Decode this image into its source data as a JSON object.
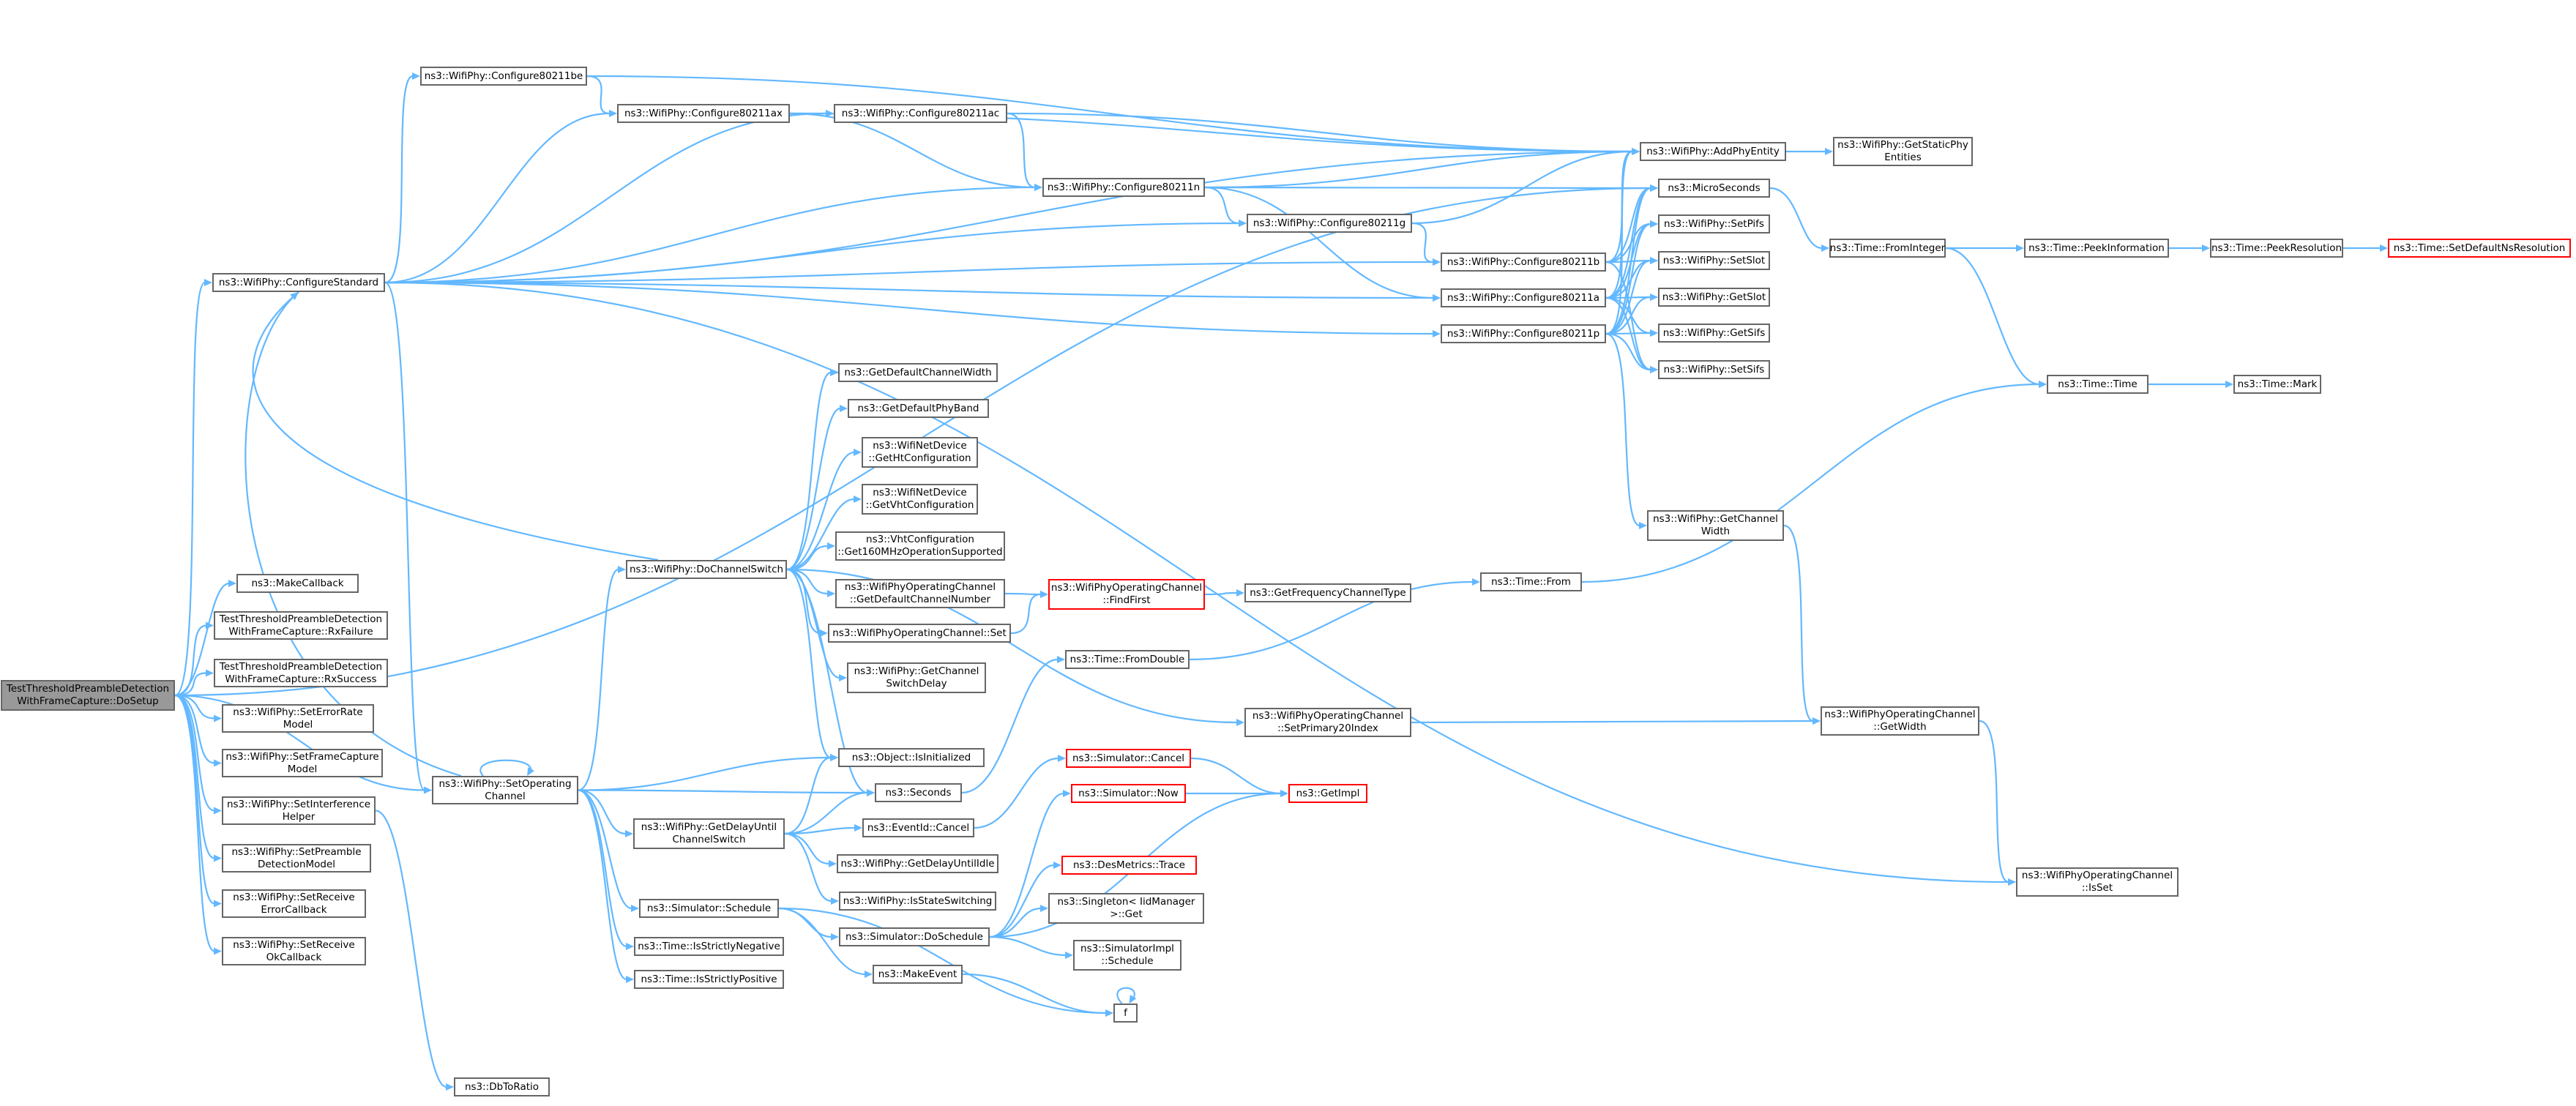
{
  "colors": {
    "edge": "#63b8ff",
    "node_border": "#666666",
    "root_fill": "#999999",
    "highlight_border": "#ff0000",
    "background": "#ffffff"
  },
  "nodes": {
    "DoSetup": {
      "label": "TestThresholdPreambleDetection\nWithFrameCapture::DoSetup",
      "root": true
    },
    "ConfigureStandard": {
      "label": "ns3::WifiPhy::ConfigureStandard"
    },
    "MakeCallback": {
      "label": "ns3::MakeCallback"
    },
    "RxFailure": {
      "label": "TestThresholdPreambleDetection\nWithFrameCapture::RxFailure"
    },
    "RxSuccess": {
      "label": "TestThresholdPreambleDetection\nWithFrameCapture::RxSuccess"
    },
    "SetErrorRateModel": {
      "label": "ns3::WifiPhy::SetErrorRate\nModel"
    },
    "SetFrameCaptureModel": {
      "label": "ns3::WifiPhy::SetFrameCapture\nModel"
    },
    "SetInterferenceHelper": {
      "label": "ns3::WifiPhy::SetInterference\nHelper"
    },
    "SetPreambleDetectionModel": {
      "label": "ns3::WifiPhy::SetPreamble\nDetectionModel"
    },
    "SetReceiveErrorCallback": {
      "label": "ns3::WifiPhy::SetReceive\nErrorCallback"
    },
    "SetReceiveOkCallback": {
      "label": "ns3::WifiPhy::SetReceive\nOkCallback"
    },
    "SetOperatingChannel": {
      "label": "ns3::WifiPhy::SetOperating\nChannel"
    },
    "DbToRatio": {
      "label": "ns3::DbToRatio"
    },
    "Configure80211be": {
      "label": "ns3::WifiPhy::Configure80211be"
    },
    "Configure80211ax": {
      "label": "ns3::WifiPhy::Configure80211ax"
    },
    "Configure80211ac": {
      "label": "ns3::WifiPhy::Configure80211ac"
    },
    "Configure80211n": {
      "label": "ns3::WifiPhy::Configure80211n"
    },
    "Configure80211g": {
      "label": "ns3::WifiPhy::Configure80211g"
    },
    "Configure80211b": {
      "label": "ns3::WifiPhy::Configure80211b"
    },
    "Configure80211a": {
      "label": "ns3::WifiPhy::Configure80211a"
    },
    "Configure80211p": {
      "label": "ns3::WifiPhy::Configure80211p"
    },
    "AddPhyEntity": {
      "label": "ns3::WifiPhy::AddPhyEntity"
    },
    "GetStaticPhyEntities": {
      "label": "ns3::WifiPhy::GetStaticPhy\nEntities"
    },
    "MicroSeconds": {
      "label": "ns3::MicroSeconds"
    },
    "SetPifs": {
      "label": "ns3::WifiPhy::SetPifs"
    },
    "SetSlot": {
      "label": "ns3::WifiPhy::SetSlot"
    },
    "GetSlot": {
      "label": "ns3::WifiPhy::GetSlot"
    },
    "GetSifs": {
      "label": "ns3::WifiPhy::GetSifs"
    },
    "SetSifs": {
      "label": "ns3::WifiPhy::SetSifs"
    },
    "FromInteger": {
      "label": "ns3::Time::FromInteger"
    },
    "PeekInformation": {
      "label": "ns3::Time::PeekInformation"
    },
    "PeekResolution": {
      "label": "ns3::Time::PeekResolution"
    },
    "SetDefaultNsResolution": {
      "label": "ns3::Time::SetDefaultNsResolution",
      "highlight": true
    },
    "TimeTime": {
      "label": "ns3::Time::Time"
    },
    "TimeMark": {
      "label": "ns3::Time::Mark"
    },
    "GetChannelWidth": {
      "label": "ns3::WifiPhy::GetChannel\nWidth"
    },
    "TimeFrom": {
      "label": "ns3::Time::From"
    },
    "DoChannelSwitch": {
      "label": "ns3::WifiPhy::DoChannelSwitch"
    },
    "GetDefaultChannelWidth": {
      "label": "ns3::GetDefaultChannelWidth"
    },
    "GetDefaultPhyBand": {
      "label": "ns3::GetDefaultPhyBand"
    },
    "GetHtConfiguration": {
      "label": "ns3::WifiNetDevice\n::GetHtConfiguration"
    },
    "GetVhtConfiguration": {
      "label": "ns3::WifiNetDevice\n::GetVhtConfiguration"
    },
    "Get160MHzOperationSupported": {
      "label": "ns3::VhtConfiguration\n::Get160MHzOperationSupported"
    },
    "GetDefaultChannelNumber": {
      "label": "ns3::WifiPhyOperatingChannel\n::GetDefaultChannelNumber"
    },
    "FindFirst": {
      "label": "ns3::WifiPhyOperatingChannel\n::FindFirst",
      "highlight": true
    },
    "GetFrequencyChannelType": {
      "label": "ns3::GetFrequencyChannelType"
    },
    "OpChannelSet": {
      "label": "ns3::WifiPhyOperatingChannel::Set"
    },
    "GetChannelSwitchDelay": {
      "label": "ns3::WifiPhy::GetChannel\nSwitchDelay"
    },
    "FromDouble": {
      "label": "ns3::Time::FromDouble"
    },
    "SetPrimary20Index": {
      "label": "ns3::WifiPhyOperatingChannel\n::SetPrimary20Index"
    },
    "OpChannelGetWidth": {
      "label": "ns3::WifiPhyOperatingChannel\n::GetWidth"
    },
    "ObjectIsInitialized": {
      "label": "ns3::Object::IsInitialized"
    },
    "Seconds": {
      "label": "ns3::Seconds"
    },
    "GetDelayUntilChannelSwitch": {
      "label": "ns3::WifiPhy::GetDelayUntil\nChannelSwitch"
    },
    "EventIdCancel": {
      "label": "ns3::EventId::Cancel"
    },
    "GetDelayUntilIdle": {
      "label": "ns3::WifiPhy::GetDelayUntilIdle"
    },
    "IsStateSwitching": {
      "label": "ns3::WifiPhy::IsStateSwitching"
    },
    "SimulatorSchedule": {
      "label": "ns3::Simulator::Schedule"
    },
    "SimulatorDoSchedule": {
      "label": "ns3::Simulator::DoSchedule"
    },
    "IsStrictlyNegative": {
      "label": "ns3::Time::IsStrictlyNegative"
    },
    "IsStrictlyPositive": {
      "label": "ns3::Time::IsStrictlyPositive"
    },
    "MakeEvent": {
      "label": "ns3::MakeEvent"
    },
    "FNode": {
      "label": "f"
    },
    "SimulatorCancel": {
      "label": "ns3::Simulator::Cancel",
      "highlight": true
    },
    "SimulatorNow": {
      "label": "ns3::Simulator::Now",
      "highlight": true
    },
    "GetImpl": {
      "label": "ns3::GetImpl",
      "highlight": true
    },
    "DesMetricsTrace": {
      "label": "ns3::DesMetrics::Trace",
      "highlight": true
    },
    "SingletonGet": {
      "label": "ns3::Singleton< IidManager\n>::Get"
    },
    "SimulatorImplSchedule": {
      "label": "ns3::SimulatorImpl\n::Schedule"
    },
    "OpChannelIsSet": {
      "label": "ns3::WifiPhyOperatingChannel\n::IsSet"
    }
  },
  "edges": [
    [
      "DoSetup",
      "ConfigureStandard"
    ],
    [
      "DoSetup",
      "MakeCallback"
    ],
    [
      "DoSetup",
      "RxFailure"
    ],
    [
      "DoSetup",
      "RxSuccess"
    ],
    [
      "DoSetup",
      "SetErrorRateModel"
    ],
    [
      "DoSetup",
      "SetFrameCaptureModel"
    ],
    [
      "DoSetup",
      "SetInterferenceHelper"
    ],
    [
      "DoSetup",
      "SetPreambleDetectionModel"
    ],
    [
      "DoSetup",
      "SetReceiveErrorCallback"
    ],
    [
      "DoSetup",
      "SetReceiveOkCallback"
    ],
    [
      "DoSetup",
      "SetOperatingChannel"
    ],
    [
      "DoSetup",
      "MicroSeconds"
    ],
    [
      "SetInterferenceHelper",
      "DbToRatio"
    ],
    [
      "ConfigureStandard",
      "Configure80211be"
    ],
    [
      "ConfigureStandard",
      "Configure80211ax"
    ],
    [
      "ConfigureStandard",
      "Configure80211ac"
    ],
    [
      "ConfigureStandard",
      "Configure80211n"
    ],
    [
      "ConfigureStandard",
      "Configure80211g"
    ],
    [
      "ConfigureStandard",
      "Configure80211b"
    ],
    [
      "ConfigureStandard",
      "Configure80211a"
    ],
    [
      "ConfigureStandard",
      "Configure80211p"
    ],
    [
      "ConfigureStandard",
      "AddPhyEntity"
    ],
    [
      "ConfigureStandard",
      "SetOperatingChannel"
    ],
    [
      "ConfigureStandard",
      "OpChannelIsSet"
    ],
    [
      "Configure80211be",
      "Configure80211ax"
    ],
    [
      "Configure80211be",
      "AddPhyEntity"
    ],
    [
      "Configure80211ax",
      "Configure80211ac"
    ],
    [
      "Configure80211ax",
      "Configure80211n"
    ],
    [
      "Configure80211ax",
      "AddPhyEntity"
    ],
    [
      "Configure80211ac",
      "Configure80211n"
    ],
    [
      "Configure80211ac",
      "AddPhyEntity"
    ],
    [
      "Configure80211n",
      "Configure80211g"
    ],
    [
      "Configure80211n",
      "Configure80211a"
    ],
    [
      "Configure80211n",
      "AddPhyEntity"
    ],
    [
      "Configure80211n",
      "MicroSeconds"
    ],
    [
      "Configure80211g",
      "Configure80211b"
    ],
    [
      "Configure80211g",
      "AddPhyEntity"
    ],
    [
      "Configure80211b",
      "AddPhyEntity"
    ],
    [
      "Configure80211b",
      "MicroSeconds"
    ],
    [
      "Configure80211b",
      "SetPifs"
    ],
    [
      "Configure80211b",
      "SetSlot"
    ],
    [
      "Configure80211b",
      "SetSifs"
    ],
    [
      "Configure80211a",
      "AddPhyEntity"
    ],
    [
      "Configure80211a",
      "MicroSeconds"
    ],
    [
      "Configure80211a",
      "SetPifs"
    ],
    [
      "Configure80211a",
      "SetSlot"
    ],
    [
      "Configure80211a",
      "GetSlot"
    ],
    [
      "Configure80211a",
      "GetSifs"
    ],
    [
      "Configure80211a",
      "SetSifs"
    ],
    [
      "Configure80211p",
      "AddPhyEntity"
    ],
    [
      "Configure80211p",
      "MicroSeconds"
    ],
    [
      "Configure80211p",
      "SetPifs"
    ],
    [
      "Configure80211p",
      "SetSlot"
    ],
    [
      "Configure80211p",
      "GetSlot"
    ],
    [
      "Configure80211p",
      "GetSifs"
    ],
    [
      "Configure80211p",
      "SetSifs"
    ],
    [
      "Configure80211p",
      "GetChannelWidth"
    ],
    [
      "AddPhyEntity",
      "GetStaticPhyEntities"
    ],
    [
      "MicroSeconds",
      "FromInteger"
    ],
    [
      "FromInteger",
      "PeekInformation"
    ],
    [
      "FromInteger",
      "TimeTime"
    ],
    [
      "PeekInformation",
      "PeekResolution"
    ],
    [
      "PeekResolution",
      "SetDefaultNsResolution"
    ],
    [
      "TimeTime",
      "TimeMark"
    ],
    [
      "GetChannelWidth",
      "OpChannelGetWidth"
    ],
    [
      "TimeFrom",
      "TimeTime"
    ],
    [
      "DoChannelSwitch",
      "ConfigureStandard"
    ],
    [
      "DoChannelSwitch",
      "GetDefaultChannelWidth"
    ],
    [
      "DoChannelSwitch",
      "GetDefaultPhyBand"
    ],
    [
      "DoChannelSwitch",
      "GetHtConfiguration"
    ],
    [
      "DoChannelSwitch",
      "GetVhtConfiguration"
    ],
    [
      "DoChannelSwitch",
      "Get160MHzOperationSupported"
    ],
    [
      "DoChannelSwitch",
      "GetDefaultChannelNumber"
    ],
    [
      "DoChannelSwitch",
      "OpChannelSet"
    ],
    [
      "DoChannelSwitch",
      "GetChannelSwitchDelay"
    ],
    [
      "DoChannelSwitch",
      "ObjectIsInitialized"
    ],
    [
      "DoChannelSwitch",
      "Seconds"
    ],
    [
      "DoChannelSwitch",
      "SetPrimary20Index"
    ],
    [
      "GetDefaultChannelNumber",
      "FindFirst"
    ],
    [
      "OpChannelSet",
      "FindFirst"
    ],
    [
      "FindFirst",
      "GetFrequencyChannelType"
    ],
    [
      "FromDouble",
      "TimeFrom"
    ],
    [
      "SetPrimary20Index",
      "OpChannelGetWidth"
    ],
    [
      "OpChannelGetWidth",
      "OpChannelIsSet"
    ],
    [
      "SetOperatingChannel",
      "SetOperatingChannel"
    ],
    [
      "SetOperatingChannel",
      "ConfigureStandard"
    ],
    [
      "SetOperatingChannel",
      "DoChannelSwitch"
    ],
    [
      "SetOperatingChannel",
      "ObjectIsInitialized"
    ],
    [
      "SetOperatingChannel",
      "Seconds"
    ],
    [
      "SetOperatingChannel",
      "GetDelayUntilChannelSwitch"
    ],
    [
      "SetOperatingChannel",
      "SimulatorSchedule"
    ],
    [
      "SetOperatingChannel",
      "IsStrictlyNegative"
    ],
    [
      "SetOperatingChannel",
      "IsStrictlyPositive"
    ],
    [
      "Seconds",
      "FromDouble"
    ],
    [
      "GetDelayUntilChannelSwitch",
      "ObjectIsInitialized"
    ],
    [
      "GetDelayUntilChannelSwitch",
      "Seconds"
    ],
    [
      "GetDelayUntilChannelSwitch",
      "EventIdCancel"
    ],
    [
      "GetDelayUntilChannelSwitch",
      "GetDelayUntilIdle"
    ],
    [
      "GetDelayUntilChannelSwitch",
      "IsStateSwitching"
    ],
    [
      "EventIdCancel",
      "SimulatorCancel"
    ],
    [
      "SimulatorCancel",
      "GetImpl"
    ],
    [
      "SimulatorNow",
      "GetImpl"
    ],
    [
      "SimulatorSchedule",
      "SimulatorDoSchedule"
    ],
    [
      "SimulatorSchedule",
      "MakeEvent"
    ],
    [
      "SimulatorSchedule",
      "FNode"
    ],
    [
      "SimulatorDoSchedule",
      "SimulatorNow"
    ],
    [
      "SimulatorDoSchedule",
      "GetImpl"
    ],
    [
      "SimulatorDoSchedule",
      "DesMetricsTrace"
    ],
    [
      "SimulatorDoSchedule",
      "SingletonGet"
    ],
    [
      "SimulatorDoSchedule",
      "SimulatorImplSchedule"
    ],
    [
      "MakeEvent",
      "FNode"
    ],
    [
      "FNode",
      "FNode"
    ]
  ]
}
